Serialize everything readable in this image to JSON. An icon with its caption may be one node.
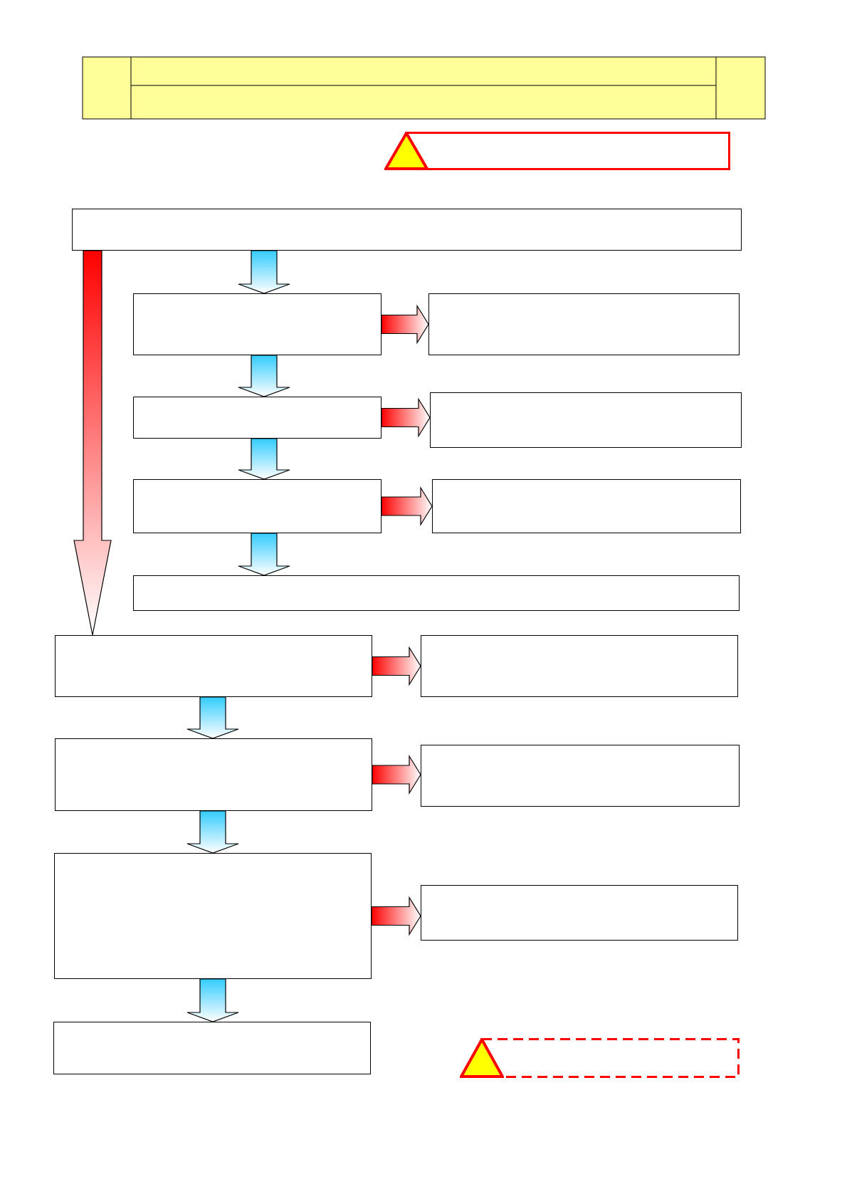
{
  "diagram": {
    "nodes": [
      {
        "text": [],
        "shape": "box"
      },
      {
        "text": [],
        "shape": "box"
      },
      {
        "text": [],
        "shape": "box"
      },
      {
        "text": [],
        "shape": "box"
      },
      {
        "text": [],
        "shape": "box"
      },
      {
        "text": [],
        "shape": "box"
      },
      {
        "text": [],
        "shape": "box"
      },
      {
        "text": [],
        "shape": "box"
      },
      {
        "text": [],
        "shape": "box"
      },
      {
        "text": [],
        "shape": "box"
      },
      {
        "text": [],
        "shape": "box"
      },
      {
        "text": [],
        "shape": "box"
      },
      {
        "text": [],
        "shape": "box"
      },
      {
        "text": [],
        "shape": "box"
      },
      {
        "text": [],
        "shape": "box"
      },
      {
        "text": [],
        "shape": "box"
      },
      {
        "text": [],
        "shape": "box"
      }
    ],
    "edges": [
      {
        "from": 1,
        "to": 9,
        "arrow": "to",
        "color": "#ff0000"
      },
      {
        "from": 1,
        "to": 2,
        "arrow": "to",
        "color": "#33ccff"
      },
      {
        "from": 2,
        "to": 3,
        "arrow": "to",
        "color": "#ff0000"
      },
      {
        "from": 2,
        "to": 4,
        "arrow": "to",
        "color": "#33ccff"
      },
      {
        "from": 4,
        "to": 5,
        "arrow": "to",
        "color": "#ff0000"
      },
      {
        "from": 4,
        "to": 6,
        "arrow": "to",
        "color": "#33ccff"
      },
      {
        "from": 6,
        "to": 7,
        "arrow": "to",
        "color": "#ff0000"
      },
      {
        "from": 6,
        "to": 8,
        "arrow": "to",
        "color": "#33ccff"
      },
      {
        "from": 9,
        "to": 10,
        "arrow": "to",
        "color": "#ff0000"
      },
      {
        "from": 9,
        "to": 11,
        "arrow": "to",
        "color": "#33ccff"
      },
      {
        "from": 11,
        "to": 12,
        "arrow": "to",
        "color": "#ff0000"
      },
      {
        "from": 11,
        "to": 13,
        "arrow": "to",
        "color": "#33ccff"
      },
      {
        "from": 13,
        "to": 14,
        "arrow": "to",
        "color": "#ff0000"
      },
      {
        "from": 13,
        "to": 15,
        "arrow": "to",
        "color": "#33ccff"
      }
    ]
  }
}
